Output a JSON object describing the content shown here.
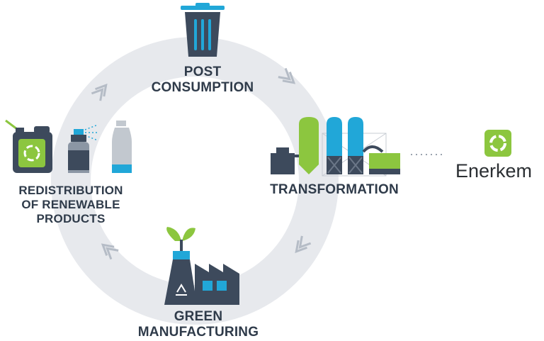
{
  "stages": {
    "post_consumption": [
      "POST",
      "CONSUMPTION"
    ],
    "transformation": [
      "TRANSFORMATION"
    ],
    "green_manufacturing": [
      "GREEN",
      "MANUFACTURING"
    ],
    "redistribution": [
      "REDISTRIBUTION",
      "OF RENEWABLE",
      "PRODUCTS"
    ]
  },
  "brand": {
    "name": "Enerkem"
  },
  "icons": {
    "post_consumption": "trash-can-icon",
    "transformation": "biorefinery-plant-icon",
    "green_manufacturing": "green-factory-icon",
    "redistribution": [
      "fuel-jerrycan-icon",
      "spray-bottle-icon",
      "plastic-bottle-icon"
    ],
    "brand": "enerkem-logo-icon"
  },
  "colors": {
    "ring": "#e6e8ec",
    "arrow": "#b5bcc6",
    "dark": "#3d4a5c",
    "green": "#8cc63f",
    "blue": "#21a7d8",
    "text": "#2f3b4a"
  }
}
